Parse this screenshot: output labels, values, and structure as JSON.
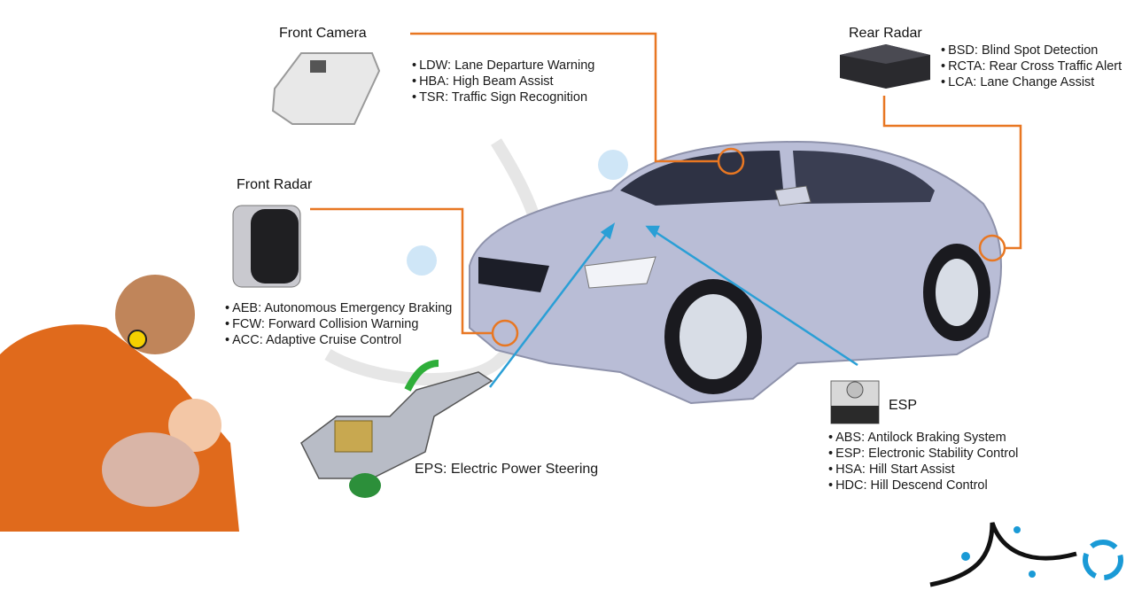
{
  "front_camera": {
    "title": "Front Camera",
    "features": [
      "LDW: Lane Departure Warning",
      "HBA: High Beam Assist",
      "TSR: Traffic Sign Recognition"
    ]
  },
  "rear_radar": {
    "title": "Rear Radar",
    "features": [
      "BSD: Blind Spot Detection",
      "RCTA: Rear Cross Traffic Alert",
      "LCA: Lane Change Assist"
    ]
  },
  "front_radar": {
    "title": "Front Radar",
    "features": [
      "AEB: Autonomous Emergency Braking",
      "FCW: Forward Collision Warning",
      "ACC: Adaptive  Cruise Control"
    ]
  },
  "esp": {
    "title": "ESP",
    "features": [
      "ABS: Antilock Braking System",
      "ESP: Electronic Stability Control",
      "HSA: Hill Start Assist",
      "HDC: Hill Descend Control"
    ]
  },
  "eps": {
    "label": "EPS: Electric Power Steering"
  },
  "colors": {
    "connector": "#e87722",
    "arrow": "#2a9fd6",
    "dummy": "#e06a1c",
    "car": "#b9bdd6"
  }
}
